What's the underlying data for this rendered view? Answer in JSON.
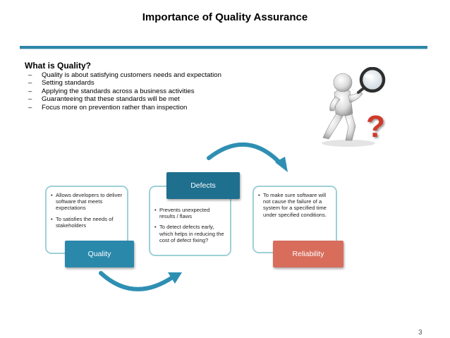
{
  "slide": {
    "title": "Importance of Quality Assurance",
    "page_number": "3"
  },
  "section": {
    "heading": "What is Quality?",
    "bullet_marker": "–",
    "bullets": [
      "Quality is about satisfying customers needs and expectation",
      "Setting standards",
      "Applying the standards across a business activities",
      "Guaranteeing that these standards will be met",
      "Focus more on prevention rather  than inspection"
    ]
  },
  "diagram": {
    "bullet_marker": "•",
    "quality": {
      "label": "Quality",
      "color": "#2a88ab",
      "points": [
        "Allows developers to deliver software that meets expectations",
        "To satisfies the needs of stakeholders"
      ]
    },
    "defects": {
      "label": "Defects",
      "color": "#1f6f8f",
      "points": [
        "Prevents unexpected results / flaws",
        "To detect defects early, which helps in reducing the cost of defect fixing?"
      ]
    },
    "reliability": {
      "label": "Reliability",
      "color": "#d86d5c",
      "points": [
        "To make sure software will not cause the failure of a system for a specified time under specified conditions."
      ]
    },
    "arrow_color": "#2f8fb3",
    "box_border_color": "#9fd0d7"
  },
  "illustration": {
    "glyph": "?",
    "glyph_color": "#d03a2a"
  }
}
